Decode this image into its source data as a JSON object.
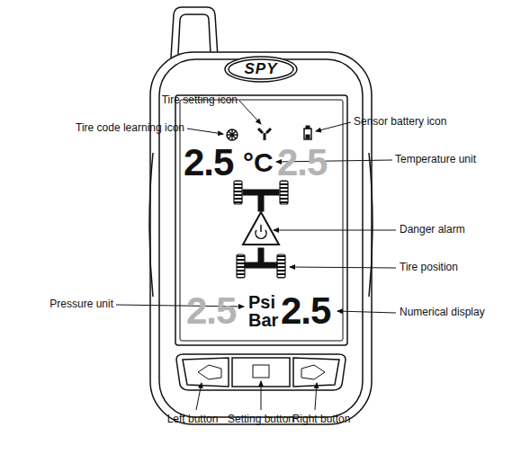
{
  "diagram": {
    "labels": [
      "SPY",
      "Tire setting icon",
      "Tire code learning icon",
      "Sensor battery icon",
      "2.5",
      "°C",
      "2.5",
      "Temperature unit",
      "Danger alarm",
      "Tire position",
      "Pressure unit",
      "2.5",
      "Psi",
      "Bar",
      "2.5",
      "Numerical display",
      "Left button",
      "Setting button",
      "Right button"
    ]
  }
}
